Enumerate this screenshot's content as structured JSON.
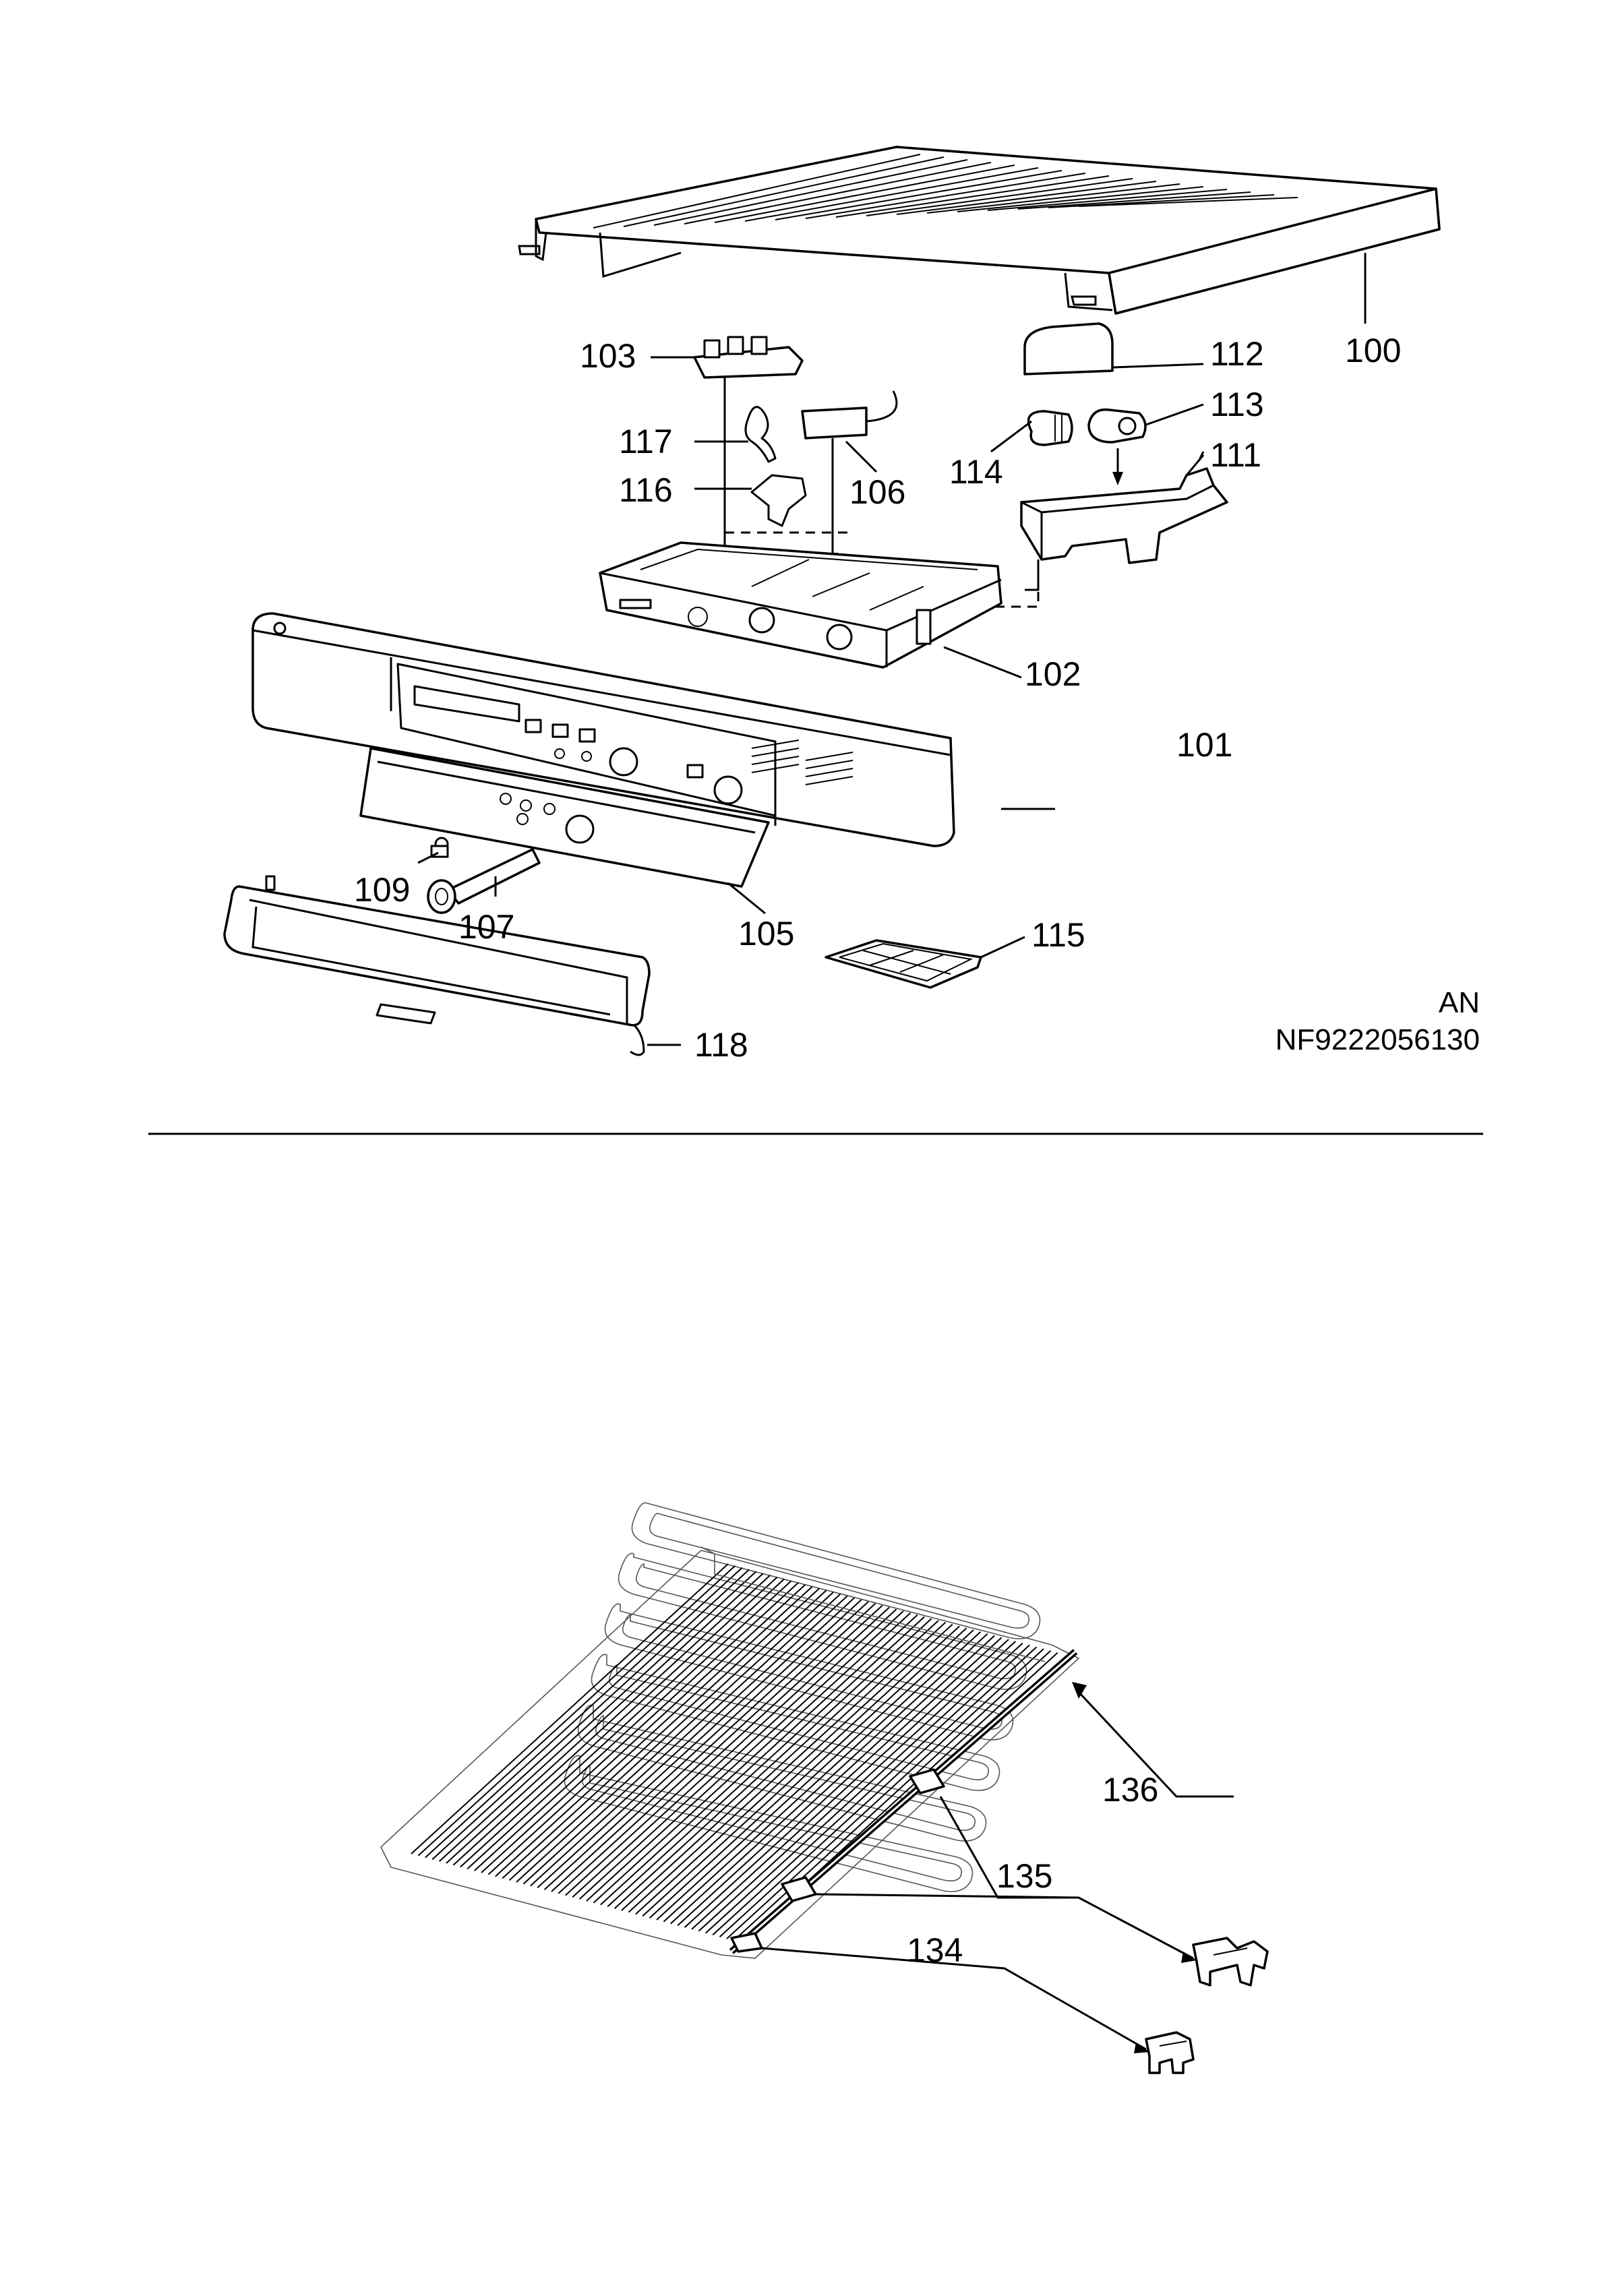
{
  "diagram_title": "",
  "reference": {
    "line1": "AN",
    "line2": "NF9222056130"
  },
  "parts": {
    "p100": "100",
    "p101": "101",
    "p102": "102",
    "p103": "103",
    "p105": "105",
    "p106": "106",
    "p107": "107",
    "p109": "109",
    "p111": "111",
    "p112": "112",
    "p113": "113",
    "p114": "114",
    "p115": "115",
    "p116": "116",
    "p117": "117",
    "p118": "118",
    "p134": "134",
    "p135": "135",
    "p136": "136"
  }
}
